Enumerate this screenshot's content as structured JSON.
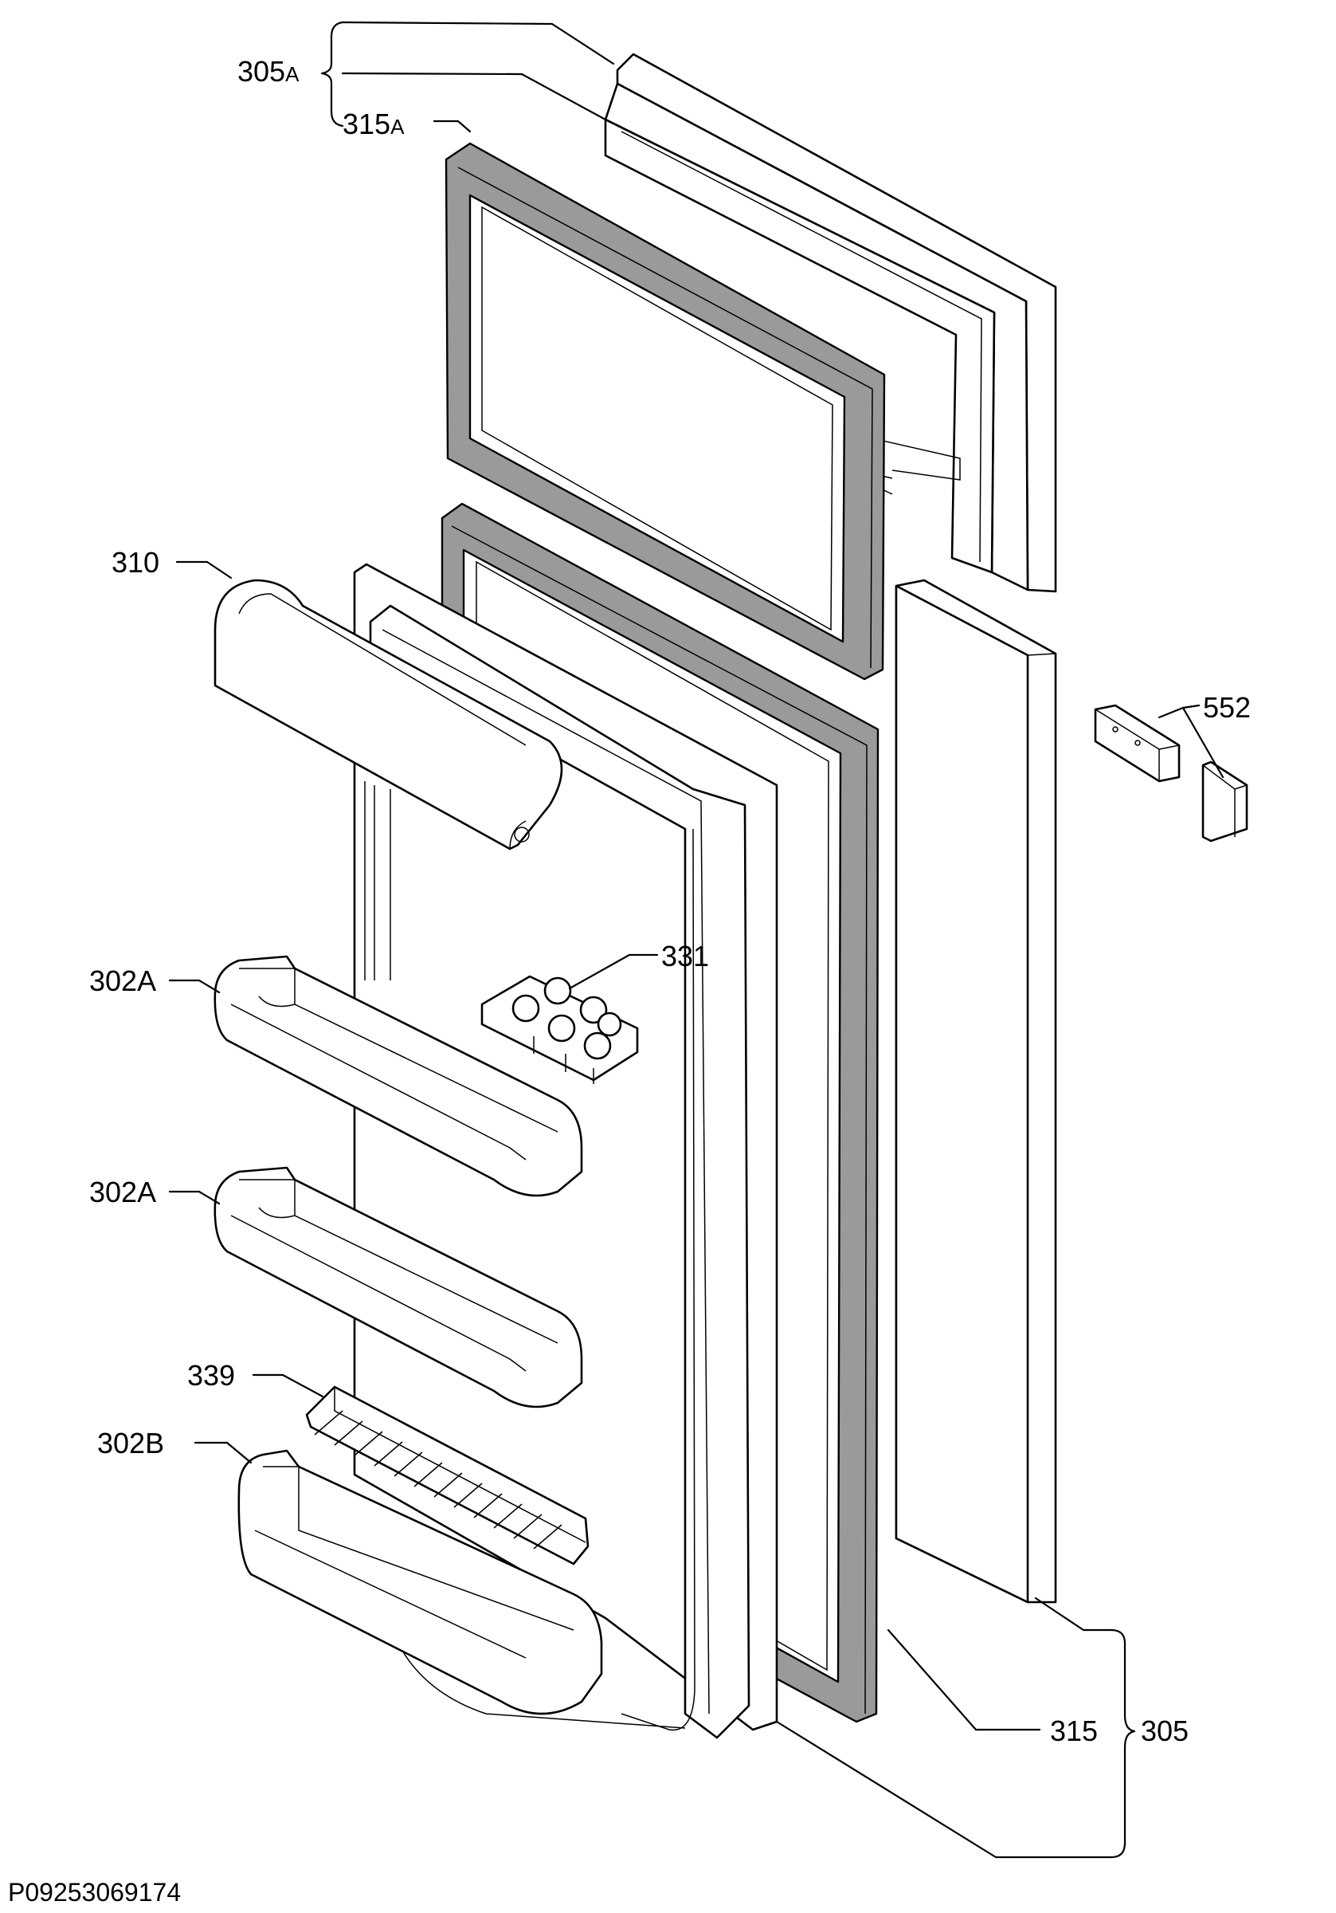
{
  "diagram": {
    "drawing_number": "P09253069174",
    "labels": {
      "door_upper_group": "305",
      "door_upper_group_suffix": "A",
      "gasket_upper": "315",
      "gasket_upper_suffix": "A",
      "handle": "310",
      "hinge": "552",
      "egg_tray": "331",
      "shelf_1": "302A",
      "shelf_2": "302A",
      "bottle_retainer": "339",
      "bottle_shelf": "302B",
      "gasket_lower": "315",
      "door_group": "305"
    }
  }
}
